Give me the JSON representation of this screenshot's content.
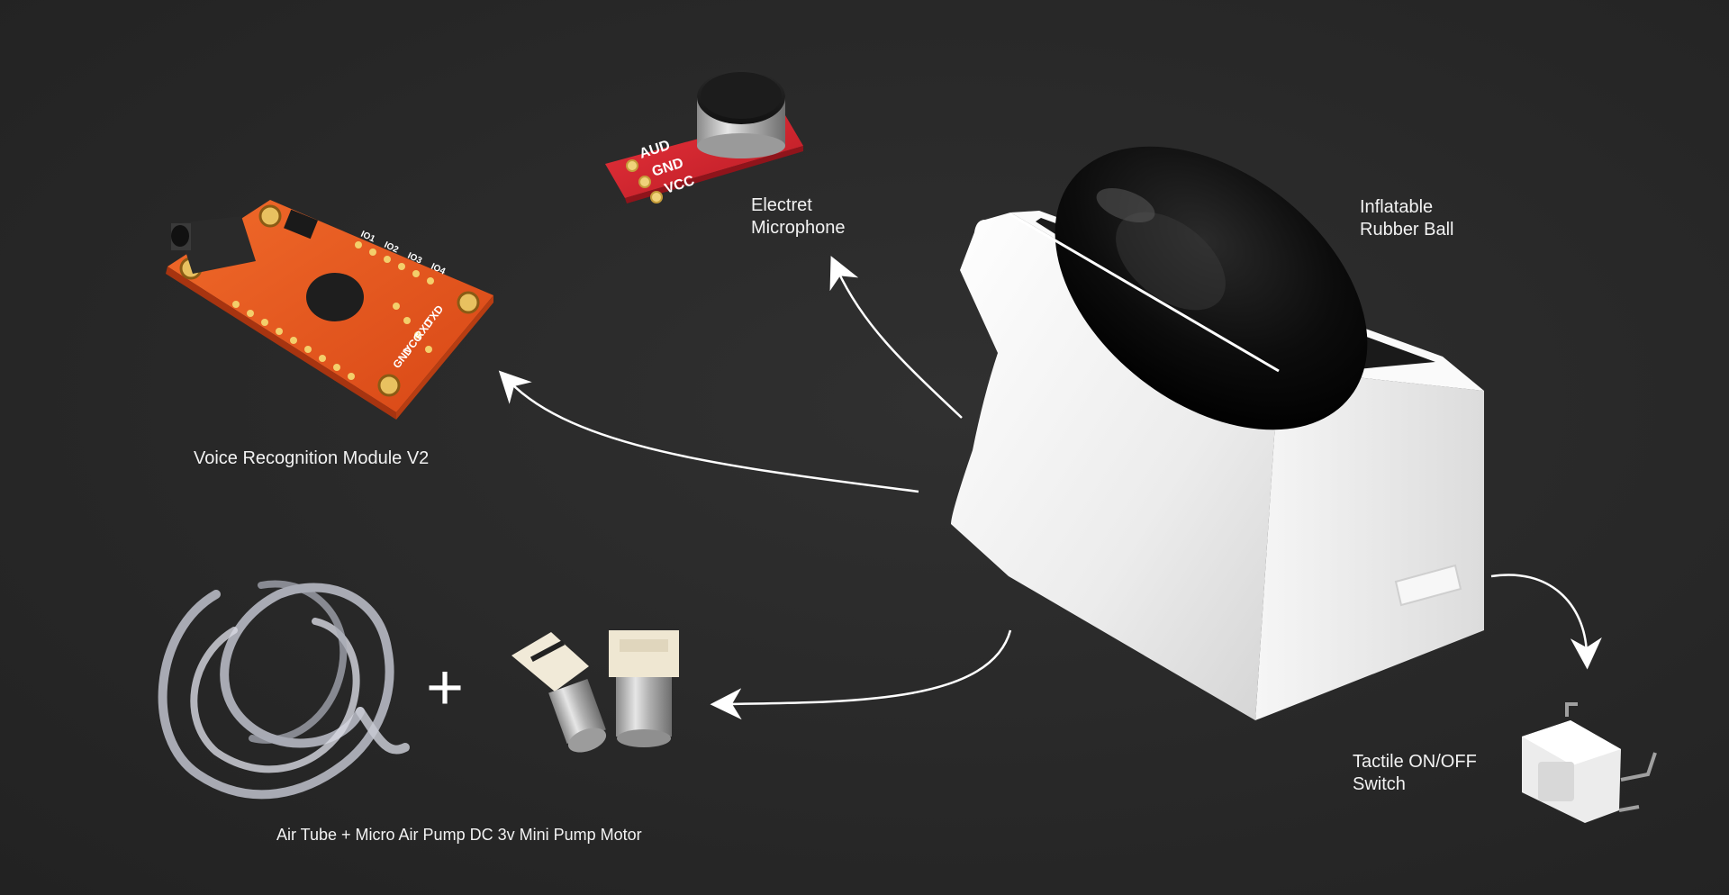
{
  "components": {
    "microphone": {
      "label_line1": "Electret",
      "label_line2": "Microphone",
      "pins": [
        "AUD",
        "GND",
        "VCC"
      ]
    },
    "ball": {
      "label_line1": "Inflatable",
      "label_line2": "Rubber Ball"
    },
    "voice_module": {
      "label": "Voice Recognition Module V2",
      "pin_labels": [
        "TXD",
        "RXD",
        "VCC",
        "GND",
        "IO1",
        "IO2",
        "IO3",
        "IO4"
      ]
    },
    "pump": {
      "label": "Air Tube + Micro Air Pump DC 3v Mini Pump Motor",
      "plus": "+"
    },
    "switch": {
      "label_line1": "Tactile ON/OFF",
      "label_line2": "Switch"
    }
  },
  "colors": {
    "background": "#292929",
    "label": "#f2f2f2",
    "pcb_red": "#d9232e",
    "pcb_orange": "#e8521f",
    "device_white": "#f0f0f0",
    "ball_black": "#0a0a0a"
  }
}
